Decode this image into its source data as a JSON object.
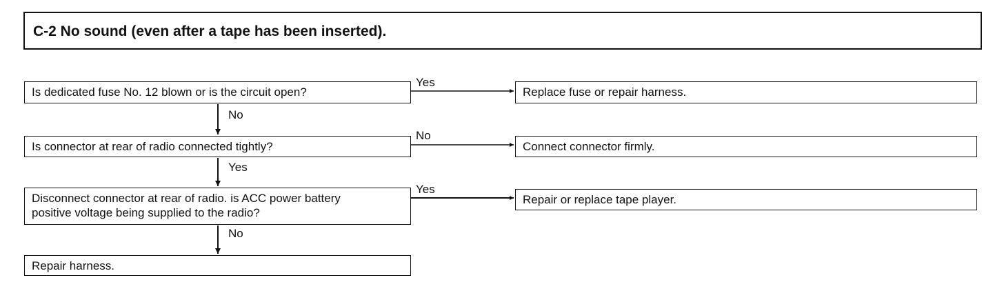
{
  "title": "C-2 No sound (even after a tape has been inserted).",
  "steps": [
    {
      "question": "Is dedicated fuse No. 12 blown or is the circuit open?",
      "branch_label": "Yes",
      "action": "Replace fuse or repair harness.",
      "next_label": "No"
    },
    {
      "question": "Is connector at rear of radio connected tightly?",
      "branch_label": "No",
      "action": "Connect connector firmly.",
      "next_label": "Yes"
    },
    {
      "question_line1": "Disconnect connector at rear of radio. is ACC power battery",
      "question_line2": "positive voltage being supplied to the radio?",
      "branch_label": "Yes",
      "action": "Repair or replace tape player.",
      "next_label": "No"
    }
  ],
  "final": "Repair harness."
}
